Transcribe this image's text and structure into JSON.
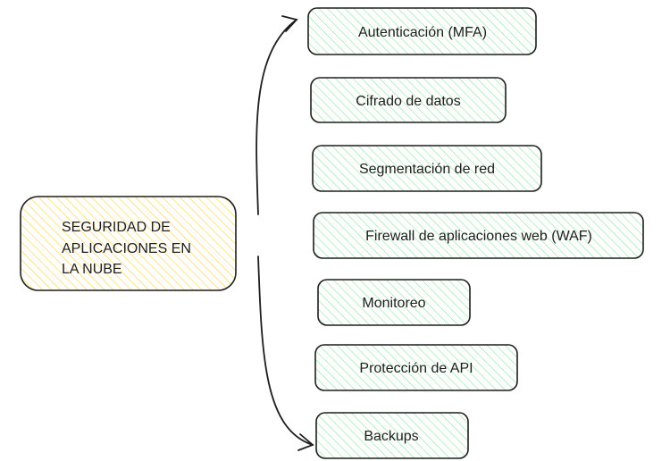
{
  "diagram": {
    "type": "mind-map",
    "root": {
      "lines": [
        "SEGURIDAD DE",
        "APLICACIONES EN",
        "LA NUBE"
      ],
      "fill_color": "#ffec99"
    },
    "branches": [
      {
        "label": "Autenticación (MFA)"
      },
      {
        "label": "Cifrado de datos"
      },
      {
        "label": "Segmentación de red"
      },
      {
        "label": "Firewall de aplicaciones web (WAF)"
      },
      {
        "label": "Monitoreo"
      },
      {
        "label": "Protección de API"
      },
      {
        "label": "Backups"
      }
    ],
    "branch_fill_color": "#b2f2bb",
    "stroke_color": "#1e1e1e"
  }
}
